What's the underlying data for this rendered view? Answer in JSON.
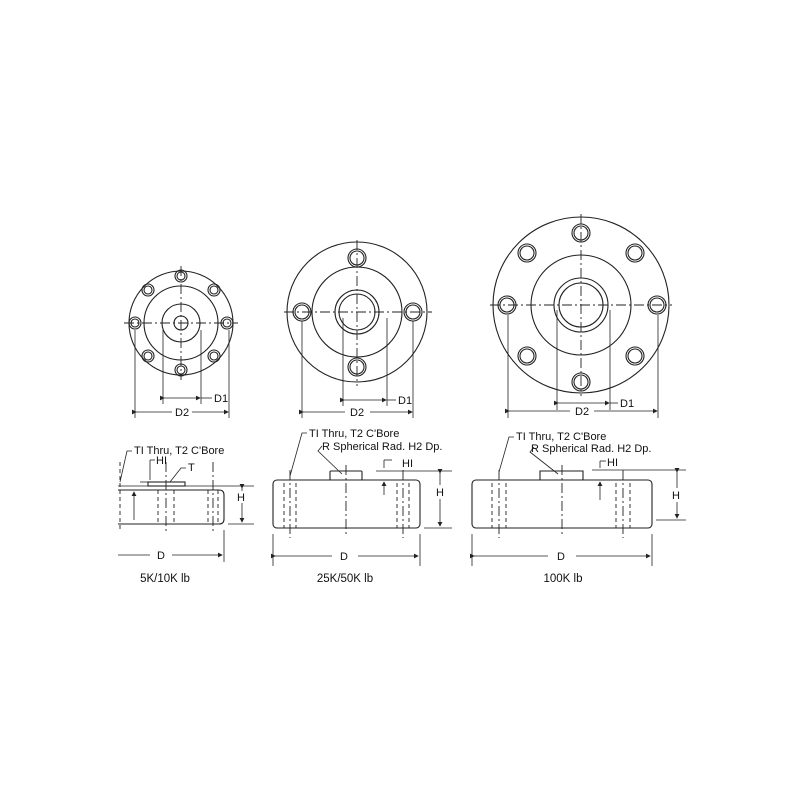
{
  "labels": {
    "d1": "D1",
    "d2": "D2",
    "d": "D",
    "h": "H",
    "h1": "HI",
    "t": "T",
    "thru_bore": "TI Thru, T2 C'Bore",
    "spherical": "R Spherical Rad. H2 Dp."
  },
  "models": [
    {
      "caption": "5K/10K lb"
    },
    {
      "caption": "25K/50K lb"
    },
    {
      "caption": "100K lb"
    }
  ],
  "colors": {
    "line": "#222222",
    "background": "#ffffff"
  }
}
